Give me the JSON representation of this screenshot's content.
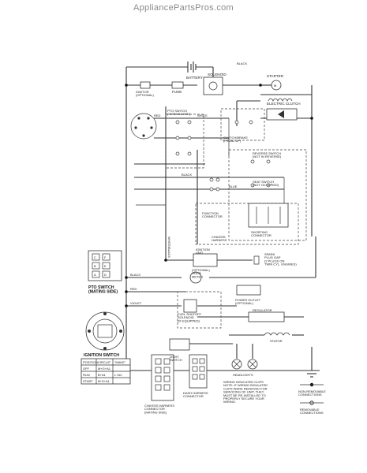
{
  "header": {
    "site": "AppliancePartsPros.com"
  },
  "labels": {
    "battery": "BATTERY",
    "solenoid": "SOLENOID",
    "starter": "STARTER",
    "ignitor": "IGNITOR\n(OPTIONAL)",
    "fuse": "FUSE",
    "electric_clutch": "ELECTRIC CLUTCH",
    "pto_switch": "PTO SWITCH\n(DISENGAGED)",
    "clutch_brake": "CLUTCH/BRAKE\n(PEDAL UP)",
    "reverse_switch": "REVERSE SWITCH\n(NOT IN REVERSE)",
    "seat_switch": "SEAT SWITCH\n(NOT OCCUPIED)",
    "function_connector": "FUNCTION\nCONNECTOR",
    "chassis_harness": "CHASSIS\nHARNESS",
    "shorting_connector": "SHORTING\nCONNECTOR",
    "ignition_unit": "IGNITION\nUNIT",
    "spark_plug": "SPARK\nPLUG GAP\n(2 PLUGS ON\nTWIN CYL. ENGINES)",
    "hour_meter": "(OPTIONAL)\nHOUR\nMETER",
    "power_outlet": "POWER OUTLET\n(OPTIONAL)",
    "fuel_shutoff": "FUEL SHUTOFF\nSOLENOID\n(IF EQUIPPED)",
    "regulator": "REGULATOR",
    "stator": "STATOR",
    "light_switch": "LIGHT\nSWITCH",
    "headlights": "HEADLIGHTS",
    "pto_mating": "PTO SWITCH\n(MATING SIDE)",
    "ignition_switch": "IGNITION SWITCH",
    "chassis_connector": "CHASSIS HARNESS\nCONNECTOR\n(MATING SIDE)",
    "dash_connector": "DASH HARNESS\nCONNECTOR",
    "wiring_note": "WIRING INSULATED CLIPS\nNOTE: IF WIRING INSULATED\nCLIPS WERE REMOVED FOR\nSERVICING OF UNIT, THEY\nMUST BE RE-INSTALLED TO\nPROPERLY SECURE YOUR\nWIRING.",
    "non_removable": "NON-REMOVABLE\nCONNECTIONS",
    "removable": "REMOVABLE\nCONNECTIONS",
    "black": "BLACK",
    "red": "RED",
    "white": "WHITE",
    "blue": "BLUE",
    "white_black": "WHITE/BLACK",
    "violet": "VIOLET"
  },
  "ignition_table": {
    "headers": [
      "POSITION",
      "CIRCUIT",
      "\"MAKE\""
    ],
    "rows": [
      [
        "OFF",
        "M+G+A1",
        ""
      ],
      [
        "RUN",
        "B+A1",
        "L+A2"
      ],
      [
        "START",
        "B+S+A1",
        ""
      ]
    ]
  }
}
